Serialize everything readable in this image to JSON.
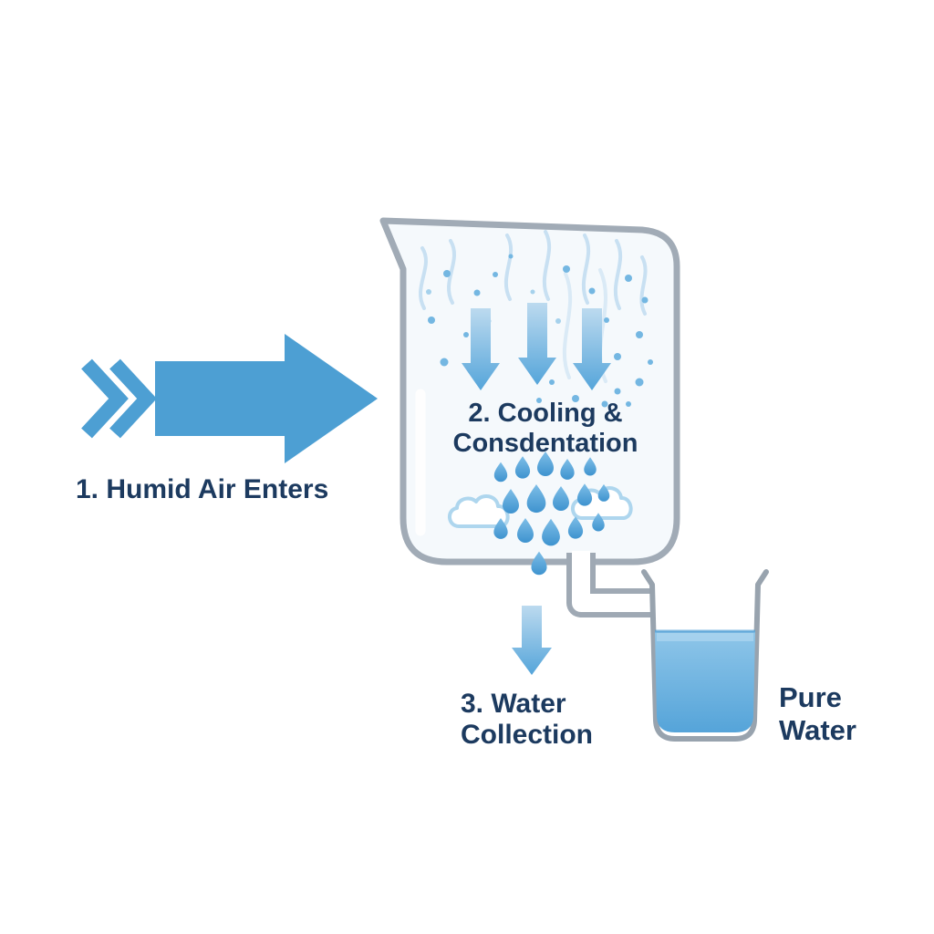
{
  "diagram": {
    "step1_label": "1. Humid Air Enters",
    "step2_line1": "2. Cooling &",
    "step2_line2": "Consdentation",
    "step3_line1": "3. Water",
    "step3_line2": "Collection",
    "pure_water_line1": "Pure",
    "pure_water_line2": "Water"
  },
  "colors": {
    "arrow_blue": "#4D9FD3",
    "label_navy": "#1C3A5F",
    "water_blue": "#66AEDD",
    "container_outline_gray": "#A0AAB5",
    "droplet_blue": "#4EA2DA",
    "stream_light_blue": "#C8E0F2"
  }
}
